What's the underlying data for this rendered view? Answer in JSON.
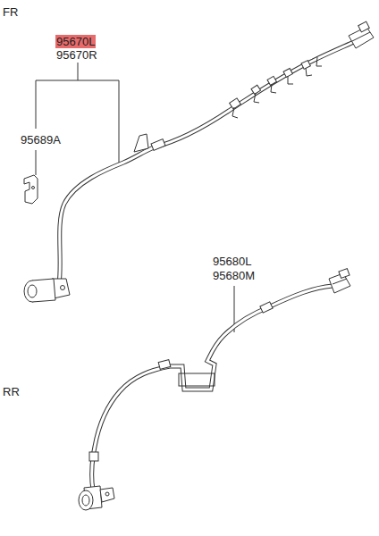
{
  "diagram": {
    "labels": [
      "FR",
      "95670L",
      "95670R",
      "95689A",
      "95680L",
      "95680M",
      "RR"
    ]
  }
}
